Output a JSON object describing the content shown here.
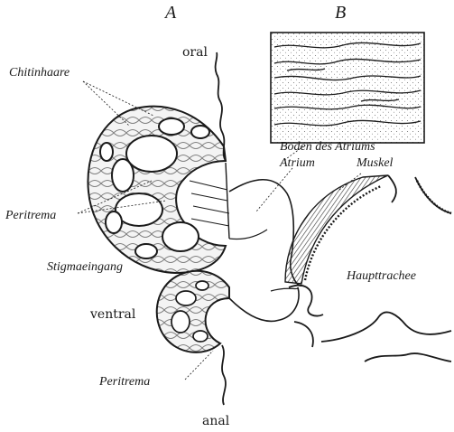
{
  "panels": {
    "a": "A",
    "b": "B"
  },
  "labels": {
    "oral": "oral",
    "chitinhaare": "Chitinhaare",
    "boden_des_atriums": "Boden des Atriums",
    "atrium": "Atrium",
    "muskel": "Muskel",
    "peritrema_upper": "Peritrema",
    "stigmaeingang": "Stigmaeingang",
    "haupttrachee": "Haupttrachee",
    "ventral": "ventral",
    "peritrema_lower": "Peritrema",
    "anal": "anal"
  },
  "colors": {
    "ink": "#1a1a1a",
    "paper": "#ffffff",
    "stipple": "#6b6b6b"
  }
}
